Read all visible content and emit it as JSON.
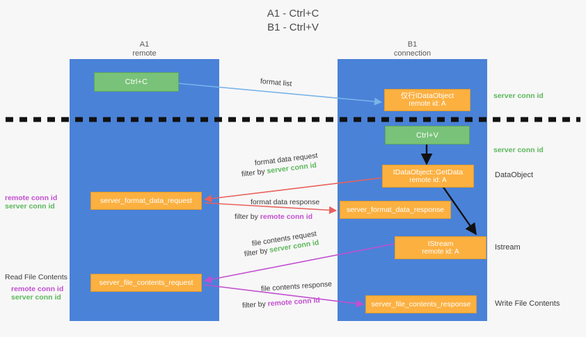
{
  "title": {
    "line1": "A1 - Ctrl+C",
    "line2": "B1 - Ctrl+V"
  },
  "columns": [
    {
      "name": "A1",
      "role": "remote",
      "color": "#4a82d8"
    },
    {
      "name": "B1",
      "role": "connection",
      "color": "#4a82d8"
    }
  ],
  "colors": {
    "lane": "#4a82d8",
    "green_box": "#79c279",
    "orange_box": "#fbb040",
    "green_text": "#5cb85c",
    "purple_text": "#c24fd0",
    "arrow_blue": "#79b4e8",
    "arrow_red": "#e8615c",
    "arrow_purple": "#c24fd0",
    "arrow_black": "#111111",
    "divider": "#111111",
    "background": "#f7f7f7"
  },
  "nodes": {
    "ctrl_c": "Ctrl+C",
    "ctrl_v": "Ctrl+V",
    "idataobject": {
      "line1": "仅行IDataObject",
      "line2": "remote id: A"
    },
    "idataobject_getdata": {
      "line1": "IDataObject::GetData",
      "line2": "remote id: A"
    },
    "istream": {
      "line1": "IStream",
      "line2": "remote id: A"
    },
    "server_format_data_request": "server_format_data_request",
    "server_format_data_response": "server_format_data_response",
    "server_file_contents_request": "server_file_contents_request",
    "server_file_contents_response": "server_file_contents_response"
  },
  "flow_labels": {
    "format_list": "format list",
    "format_data_request": "format data request",
    "format_data_request_filter_prefix": "filter by ",
    "format_data_request_filter_value": "server conn id",
    "format_data_response": "format data response",
    "format_data_response_filter_prefix": "filter by ",
    "format_data_response_filter_value": "remote conn id",
    "file_contents_request": "file contents request",
    "file_contents_request_filter_prefix": "filter by ",
    "file_contents_request_filter_value": "server conn id",
    "file_contents_response": "file contents response",
    "file_contents_response_filter_prefix": "filter by ",
    "file_contents_response_filter_value": "remote conn id"
  },
  "annotations": {
    "left": {
      "format_remote": "remote conn id",
      "format_server": "server conn id",
      "read_file_contents": "Read File Contents",
      "file_remote": "remote conn id",
      "file_server": "server conn id"
    },
    "right": {
      "server_conn_id_top": "server conn id",
      "server_conn_id_mid": "server conn id",
      "dataobject": "DataObject",
      "istream": "Istream",
      "write_file_contents": "Write File Contents"
    }
  }
}
